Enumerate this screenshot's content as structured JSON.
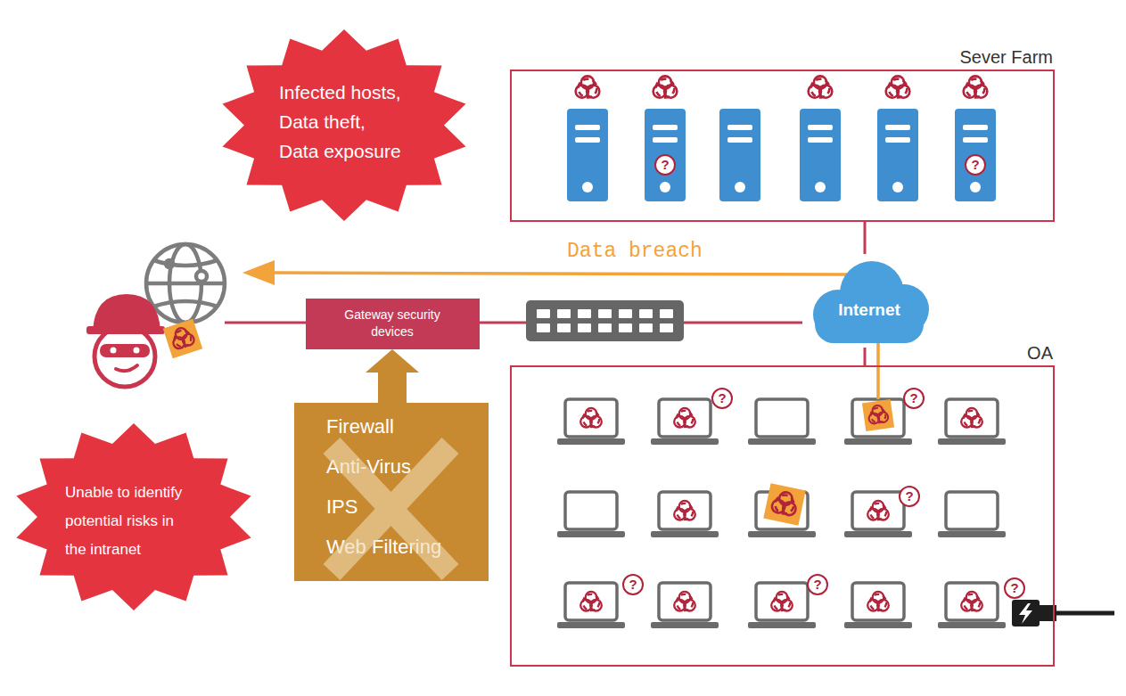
{
  "diagram": {
    "nodes": [
      {
        "text": [
          "Infected hosts, Data theft, Data exposure"
        ]
      },
      {
        "text": [
          "Sever Farm"
        ]
      },
      {
        "text": [
          "Internet"
        ]
      },
      {
        "text": [
          "Gateway security devices"
        ]
      },
      {
        "text": [
          "Firewall",
          "Anti-Virus",
          "IPS",
          "Web Filtering"
        ]
      },
      {
        "text": [
          "OA"
        ]
      },
      {
        "text": [
          "Unable to identify potential risks in the intranet"
        ]
      }
    ],
    "edges": [
      {
        "from": 3,
        "to": 2,
        "arrow": "none"
      },
      {
        "from": 2,
        "to": 1,
        "arrow": "none"
      },
      {
        "from": 2,
        "to": 5,
        "arrow": "none"
      },
      {
        "from": 4,
        "to": 3,
        "arrow": "to"
      }
    ],
    "labels": [
      "?",
      "?",
      "Data breach",
      "?",
      "?",
      "?",
      "?",
      "?",
      "?"
    ]
  }
}
